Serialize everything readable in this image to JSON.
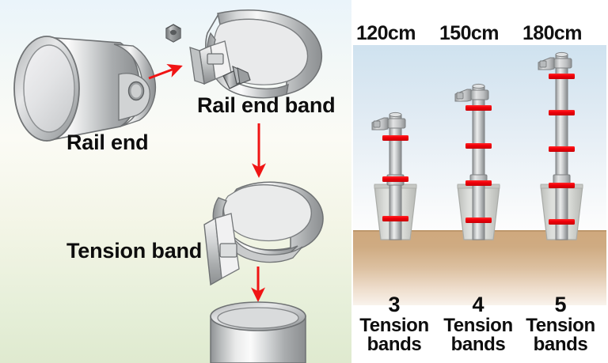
{
  "figure": {
    "left_panel": {
      "name": "exploded-assembly-diagram",
      "parts": [
        {
          "id": "rail-end",
          "label": "Rail end"
        },
        {
          "id": "rail-end-band",
          "label": "Rail end band"
        },
        {
          "id": "tension-band",
          "label": "Tension band"
        }
      ],
      "arrows": [
        {
          "id": "arrow-rail-end-to-band",
          "direction": "up-right",
          "color": "#f01414"
        },
        {
          "id": "arrow-band-down-1",
          "direction": "down",
          "color": "#f01414"
        },
        {
          "id": "arrow-band-down-2",
          "direction": "down",
          "color": "#f01414"
        }
      ],
      "background_colors": {
        "top": "#eaf4fa",
        "bottom": "#dfeacf"
      }
    },
    "right_panel": {
      "name": "post-height-comparison",
      "scene_colors": {
        "sky_top": "#cfe2ef",
        "sky_bottom": "#fdfdfd",
        "ground_top": "#cfa87d",
        "ground_bottom": "#f9f3ec",
        "band": "#f2000a",
        "post": "#b9bcbd"
      },
      "posts": [
        {
          "height_label": "120cm",
          "count": "3",
          "words": "Tension\nbands",
          "bands": 3
        },
        {
          "height_label": "150cm",
          "count": "4",
          "words": "Tension\nbands",
          "bands": 4
        },
        {
          "height_label": "180cm",
          "count": "5",
          "words": "Tension\nbands",
          "bands": 5
        }
      ],
      "captions": [
        {
          "count": "3",
          "line1": "Tension",
          "line2": "bands"
        },
        {
          "count": "4",
          "line1": "Tension",
          "line2": "bands"
        },
        {
          "count": "5",
          "line1": "Tension",
          "line2": "bands"
        }
      ]
    }
  }
}
